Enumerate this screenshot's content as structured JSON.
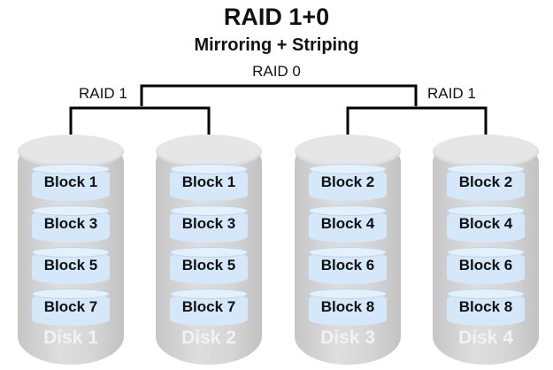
{
  "title": "RAID 1+0",
  "subtitle": "Mirroring + Striping",
  "labels": {
    "raid0": "RAID 0",
    "raid1_left": "RAID 1",
    "raid1_right": "RAID 1"
  },
  "colors": {
    "disk": "#d6d6d6",
    "block": "#d4e8f9",
    "line": "#000000"
  },
  "disks": [
    {
      "name": "Disk 1",
      "blocks": [
        "Block 1",
        "Block 3",
        "Block 5",
        "Block 7"
      ]
    },
    {
      "name": "Disk 2",
      "blocks": [
        "Block 1",
        "Block 3",
        "Block 5",
        "Block 7"
      ]
    },
    {
      "name": "Disk 3",
      "blocks": [
        "Block 2",
        "Block 4",
        "Block 6",
        "Block 8"
      ]
    },
    {
      "name": "Disk 4",
      "blocks": [
        "Block 2",
        "Block 4",
        "Block 6",
        "Block 8"
      ]
    }
  ]
}
